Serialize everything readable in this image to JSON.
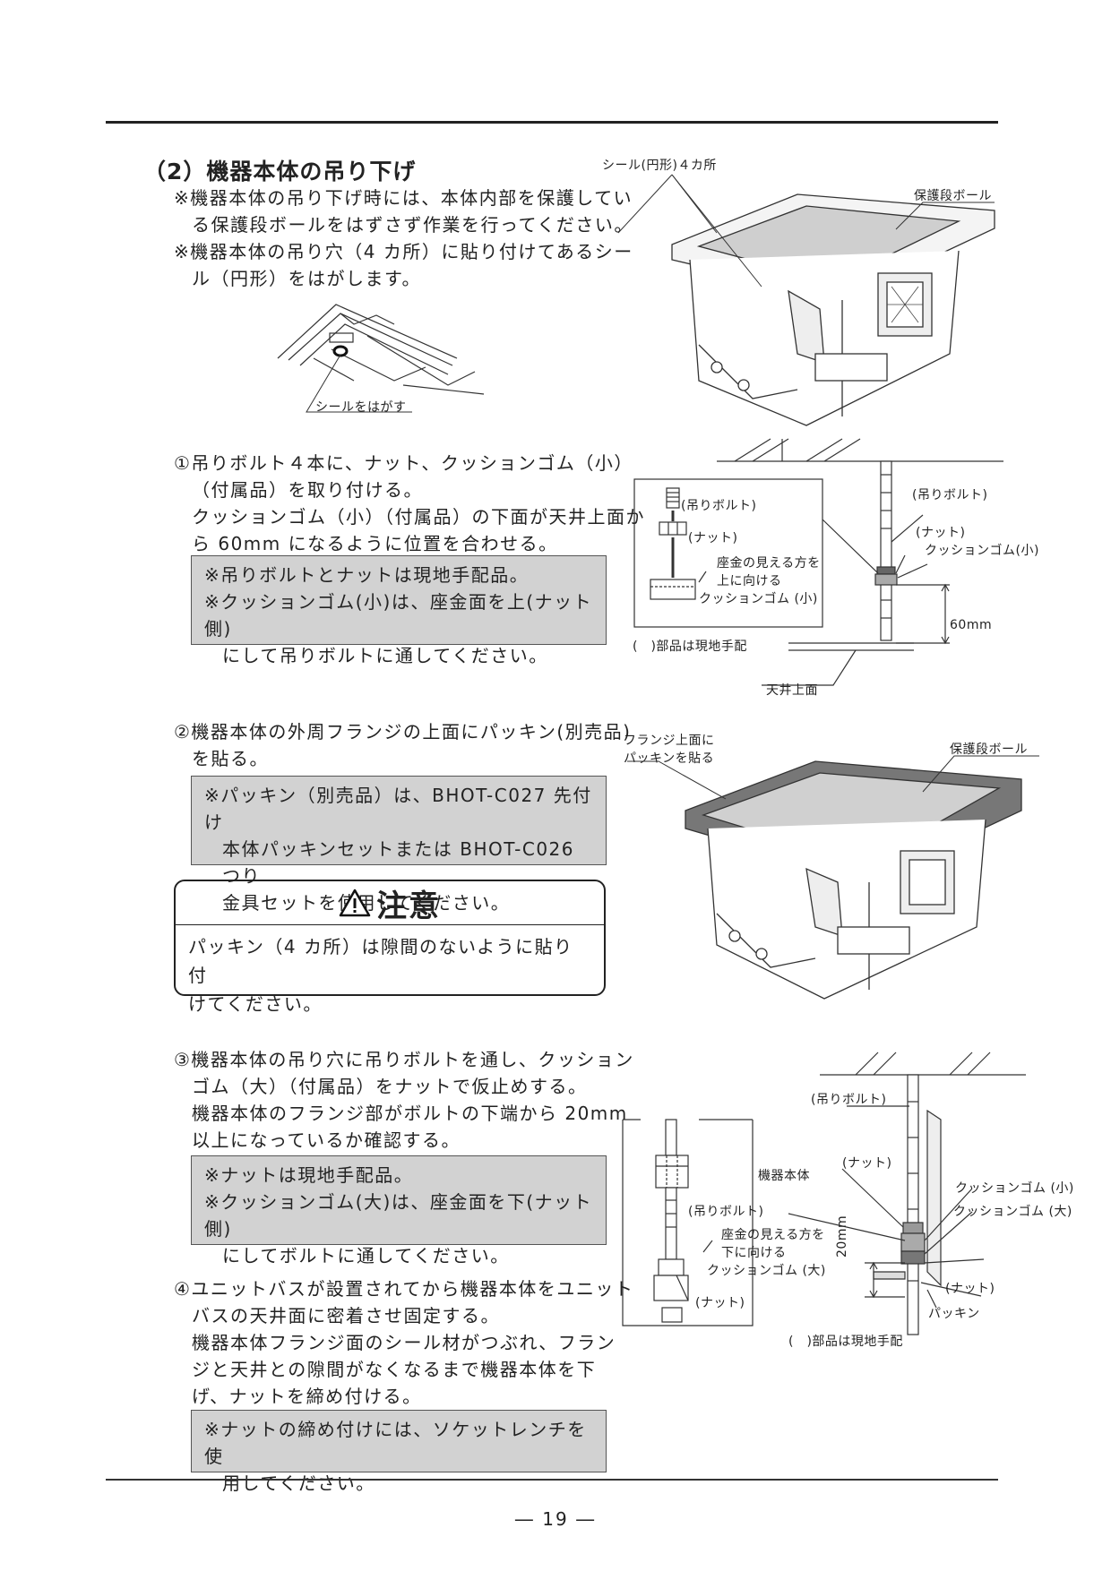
{
  "section": {
    "title": "（2）機器本体の吊り下げ",
    "intro_notes": [
      "※機器本体の吊り下げ時には、本体内部を保護してい",
      "る保護段ボールをはずさず作業を行ってください。",
      "※機器本体の吊り穴（4 カ所）に貼り付けてあるシー",
      "ル（円形）をはがします。"
    ]
  },
  "fig_top_right": {
    "label_seal": "シール(円形)４カ所",
    "label_cardboard": "保護段ボール"
  },
  "fig_seal": {
    "label": "シールをはがす"
  },
  "step1": {
    "lines": [
      "①吊りボルト４本に、ナット、クッションゴム（小）",
      "（付属品）を取り付ける。",
      "クッションゴム（小）（付属品）の下面が天井上面か",
      "ら 60mm になるように位置を合わせる。"
    ],
    "note": [
      "※吊りボルトとナットは現地手配品。",
      "※クッションゴム(小)は、座金面を上(ナット側)",
      "にして吊りボルトに通してください。"
    ]
  },
  "fig_step1": {
    "inset_bolt": "(吊りボルト)",
    "inset_nut": "(ナット)",
    "inset_washer_1": "座金の見える方を",
    "inset_washer_2": "上に向ける",
    "inset_cushion": "クッションゴム (小)",
    "inset_footnote": "(　)部品は現地手配",
    "bolt": "(吊りボルト)",
    "nut": "(ナット)",
    "cushion": "クッションゴム(小)",
    "dim": "60mm",
    "ceiling": "天井上面"
  },
  "step2": {
    "lines": [
      "②機器本体の外周フランジの上面にパッキン(別売品)",
      "を貼る。"
    ],
    "note": [
      "※パッキン（別売品）は、BHOT-C027 先付け",
      "本体パッキンセットまたは BHOT-C026 つり",
      "金具セットを使用してください。"
    ]
  },
  "fig_step2": {
    "label_flange_1": "フランジ上面に",
    "label_flange_2": "パッキンを貼る",
    "label_cardboard": "保護段ボール"
  },
  "caution": {
    "head": "注意",
    "lines": [
      "パッキン（4 カ所）は隙間のないように貼り付",
      "けてください。"
    ]
  },
  "step3": {
    "lines": [
      "③機器本体の吊り穴に吊りボルトを通し、クッション",
      "ゴム（大）（付属品）をナットで仮止めする。",
      "機器本体のフランジ部がボルトの下端から 20mm",
      "以上になっているか確認する。"
    ],
    "note": [
      "※ナットは現地手配品。",
      "※クッションゴム(大)は、座金面を下(ナット側)",
      "にしてボルトに通してください。"
    ]
  },
  "fig_step3": {
    "bolt_top": "(吊りボルト)",
    "nut_top": "(ナット)",
    "body": "機器本体",
    "cushion_small": "クッションゴム (小)",
    "cushion_large": "クッションゴム (大)",
    "inset_bolt": "(吊りボルト)",
    "inset_washer_1": "座金の見える方を",
    "inset_washer_2": "下に向ける",
    "inset_cushion": "クッションゴム (大)",
    "inset_nut": "(ナット)",
    "dim": "20mm",
    "nut_bottom": "(ナット)",
    "packing": "パッキン",
    "footnote": "(　)部品は現地手配"
  },
  "step4": {
    "lines": [
      "④ユニットバスが設置されてから機器本体をユニット",
      "バスの天井面に密着させ固定する。",
      "機器本体フランジ面のシール材がつぶれ、フラン",
      "ジと天井との隙間がなくなるまで機器本体を下",
      "げ、ナットを締め付ける。"
    ],
    "note": [
      "※ナットの締め付けには、ソケットレンチを使",
      "用してください。"
    ]
  },
  "page_number": "― 19 ―"
}
